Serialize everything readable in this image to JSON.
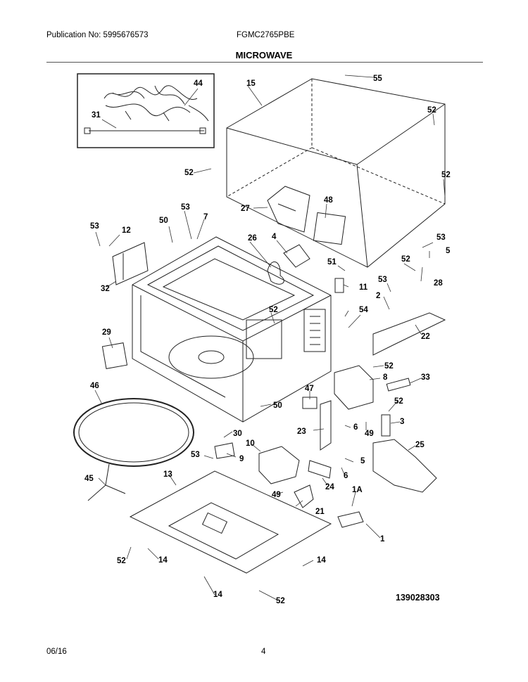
{
  "header": {
    "publication": "Publication No: 5995676573",
    "model": "FGMC2765PBE",
    "title": "MICROWAVE"
  },
  "footer": {
    "date": "06/16",
    "page": "4"
  },
  "figure_id": "139028303",
  "callouts": [
    "55",
    "15",
    "44",
    "31",
    "52",
    "52",
    "52",
    "52",
    "27",
    "48",
    "53",
    "50",
    "7",
    "53",
    "12",
    "26",
    "4",
    "53",
    "5",
    "51",
    "52",
    "32",
    "11",
    "53",
    "2",
    "28",
    "54",
    "52",
    "29",
    "22",
    "46",
    "52",
    "33",
    "8",
    "47",
    "50",
    "52",
    "3",
    "23",
    "6",
    "49",
    "30",
    "10",
    "25",
    "5",
    "53",
    "9",
    "6",
    "13",
    "45",
    "24",
    "49",
    "21",
    "1A",
    "1",
    "52",
    "14",
    "14",
    "14",
    "52"
  ]
}
